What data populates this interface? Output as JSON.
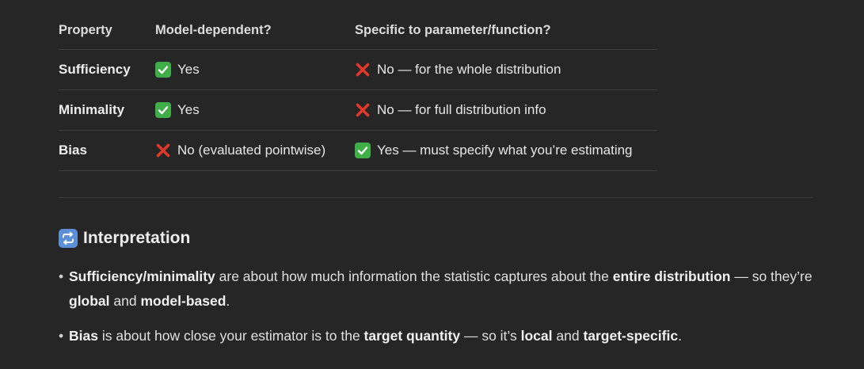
{
  "table": {
    "headers": [
      "Property",
      "Model-dependent?",
      "Specific to parameter/function?"
    ],
    "rows": [
      {
        "property": "Sufficiency",
        "model_dependent": {
          "mark": "check",
          "text": "Yes"
        },
        "specific": {
          "mark": "cross",
          "text": "No — for the whole distribution"
        }
      },
      {
        "property": "Minimality",
        "model_dependent": {
          "mark": "check",
          "text": "Yes"
        },
        "specific": {
          "mark": "cross",
          "text": "No — for full distribution info"
        }
      },
      {
        "property": "Bias",
        "model_dependent": {
          "mark": "cross",
          "text": "No (evaluated pointwise)"
        },
        "specific": {
          "mark": "check",
          "text": "Yes — must specify what you’re estimating"
        }
      }
    ]
  },
  "section": {
    "icon": "repeat-icon",
    "title": "Interpretation"
  },
  "bullets": [
    {
      "segments": [
        {
          "b": true,
          "t": "Sufficiency/minimality"
        },
        {
          "b": false,
          "t": " are about how much information the statistic captures about the "
        },
        {
          "b": true,
          "t": "entire distribution"
        },
        {
          "b": false,
          "t": " — so they’re "
        },
        {
          "b": true,
          "t": "global"
        },
        {
          "b": false,
          "t": " and "
        },
        {
          "b": true,
          "t": "model-based"
        },
        {
          "b": false,
          "t": "."
        }
      ]
    },
    {
      "segments": [
        {
          "b": true,
          "t": "Bias"
        },
        {
          "b": false,
          "t": " is about how close your estimator is to the "
        },
        {
          "b": true,
          "t": "target quantity"
        },
        {
          "b": false,
          "t": " — so it’s "
        },
        {
          "b": true,
          "t": "local"
        },
        {
          "b": false,
          "t": " and "
        },
        {
          "b": true,
          "t": "target-specific"
        },
        {
          "b": false,
          "t": "."
        }
      ]
    }
  ],
  "colors": {
    "background": "#262626",
    "check": "#3fae49",
    "cross": "#e0392b",
    "repeat_icon": "#5b8fd6"
  }
}
